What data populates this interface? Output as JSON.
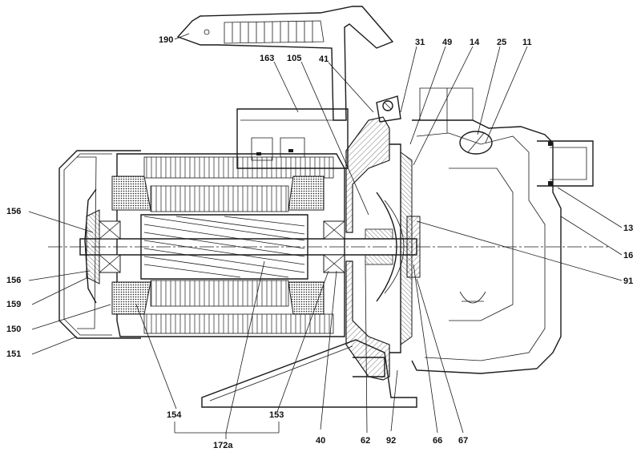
{
  "callouts": [
    {
      "id": "190",
      "text": "190"
    },
    {
      "id": "163",
      "text": "163"
    },
    {
      "id": "105",
      "text": "105"
    },
    {
      "id": "41",
      "text": "41"
    },
    {
      "id": "31",
      "text": "31"
    },
    {
      "id": "49",
      "text": "49"
    },
    {
      "id": "14",
      "text": "14"
    },
    {
      "id": "25",
      "text": "25"
    },
    {
      "id": "11",
      "text": "11"
    },
    {
      "id": "13",
      "text": "13"
    },
    {
      "id": "16",
      "text": "16"
    },
    {
      "id": "91",
      "text": "91"
    },
    {
      "id": "156a",
      "text": "156"
    },
    {
      "id": "156b",
      "text": "156"
    },
    {
      "id": "159",
      "text": "159"
    },
    {
      "id": "150",
      "text": "150"
    },
    {
      "id": "151",
      "text": "151"
    },
    {
      "id": "154",
      "text": "154"
    },
    {
      "id": "153",
      "text": "153"
    },
    {
      "id": "172a",
      "text": "172a"
    },
    {
      "id": "40",
      "text": "40"
    },
    {
      "id": "62",
      "text": "62"
    },
    {
      "id": "92",
      "text": "92"
    },
    {
      "id": "66",
      "text": "66"
    },
    {
      "id": "67",
      "text": "67"
    }
  ],
  "colors": {
    "ink": "#1a1a1a",
    "paper": "#ffffff"
  }
}
